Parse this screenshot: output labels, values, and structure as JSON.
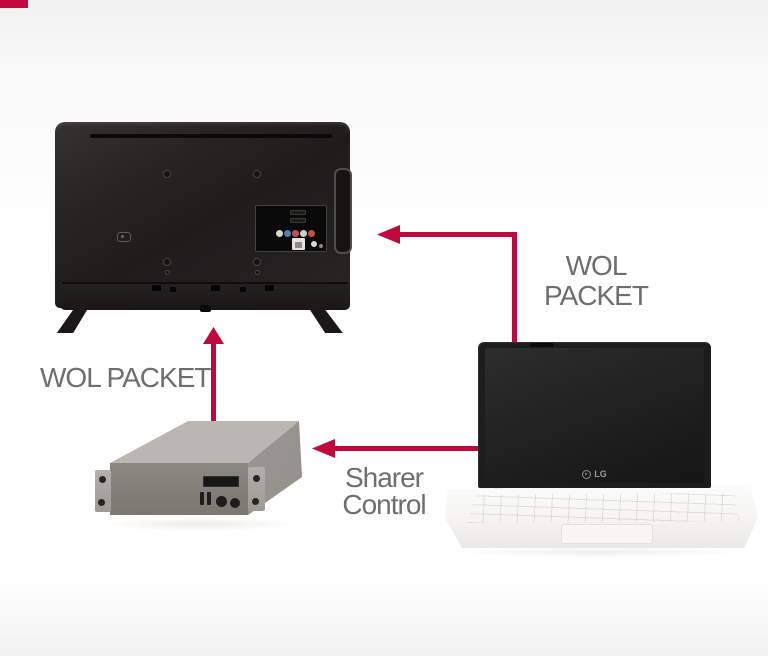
{
  "diagram_title": "WOL packet / sharer control network diagram",
  "labels": {
    "wol_right_lines": [
      "WOL",
      "PACKET"
    ],
    "wol_left": "WOL PACKET",
    "sharer_lines": [
      "Sharer",
      "Control"
    ]
  },
  "devices": {
    "tv": "tv-rear-view",
    "sharer_box": "rack-mount-sharer-device",
    "laptop": "laptop",
    "laptop_logo": "LG"
  },
  "arrows": [
    {
      "id": "wol-packet-laptop-to-tv",
      "from": "laptop",
      "to": "tv",
      "label": "WOL PACKET"
    },
    {
      "id": "wol-packet-sharer-to-tv",
      "from": "sharer_box",
      "to": "tv",
      "label": "WOL PACKET"
    },
    {
      "id": "sharer-control-laptop-to-sharer",
      "from": "laptop",
      "to": "sharer_box",
      "label": "Sharer Control"
    }
  ],
  "colors": {
    "arrow_red": "#c1083e",
    "label_gray": "#6f6e6e",
    "tv_body": "#232120",
    "box_top": "#bab7b2",
    "box_front": "#837f79",
    "box_side": "#9b9792",
    "laptop_lid": "#1e1d1d",
    "laptop_base": "#f5f4f3",
    "background_top": "#f1f1f1"
  }
}
